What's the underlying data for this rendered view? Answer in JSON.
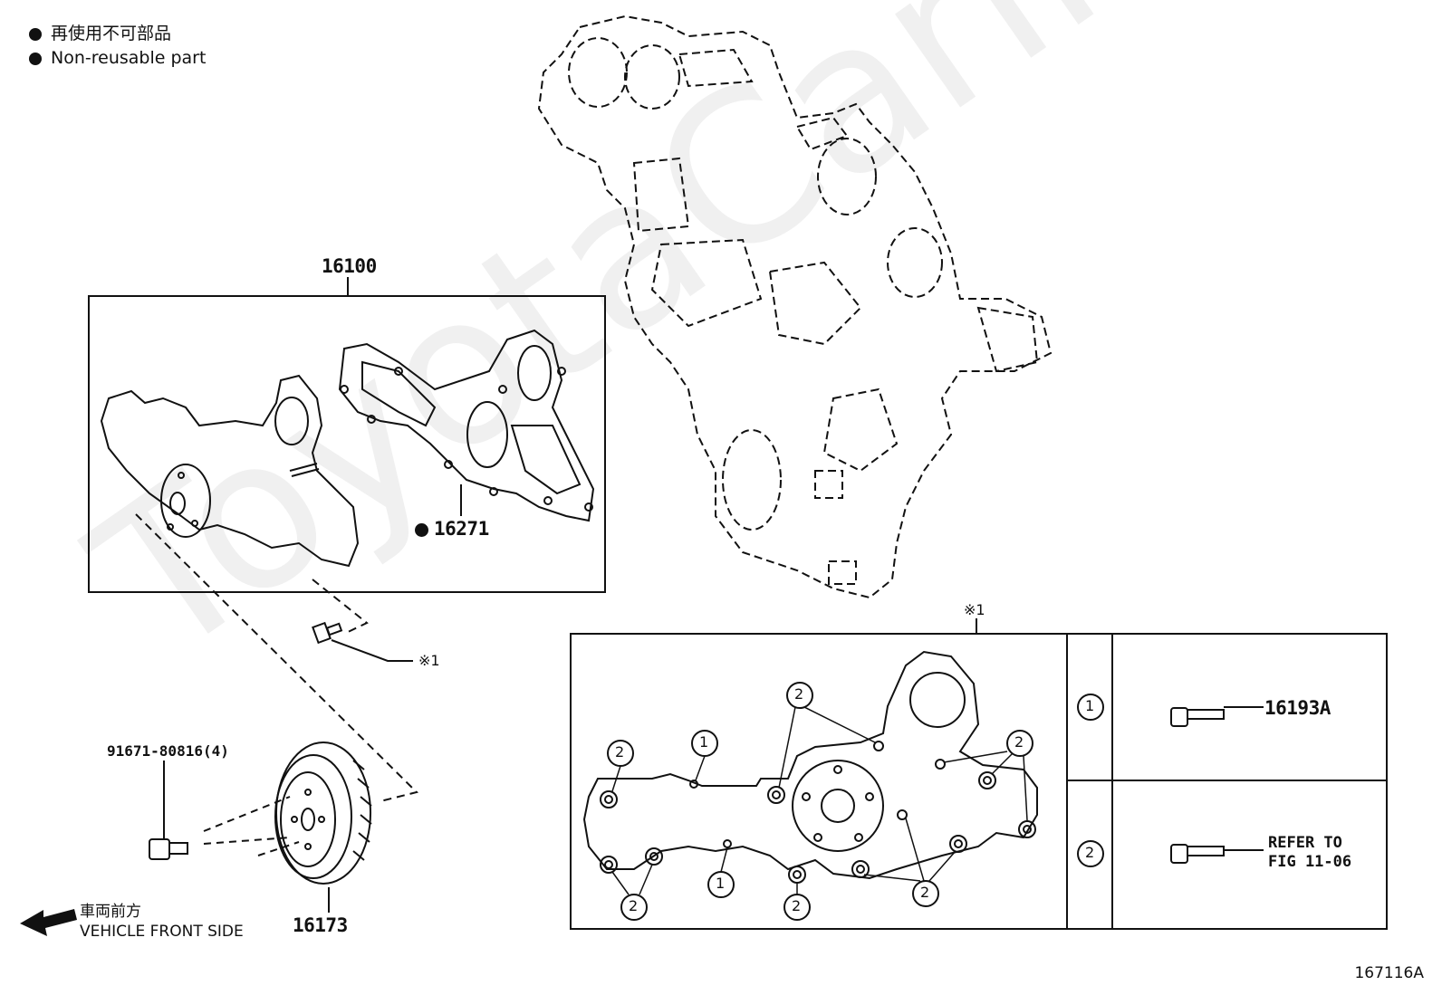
{
  "legend": {
    "line1": "再使用不可部品",
    "line2": "Non-reusable part"
  },
  "parts": {
    "assembly": "16100",
    "gasket": "16271",
    "bolt_note": "※1",
    "pulley_bolt": "91671-80816(4)",
    "pulley": "16173",
    "bolt_a": "16193A",
    "refer_line1": "REFER TO",
    "refer_line2": "FIG 11-06"
  },
  "detail_box": {
    "note": "※1",
    "marker_1": "1",
    "marker_2": "2"
  },
  "front": {
    "jp": "車両前方",
    "en": "VEHICLE FRONT SIDE"
  },
  "figure_id": "167116A",
  "watermark": "ToyotaCarline.ru"
}
